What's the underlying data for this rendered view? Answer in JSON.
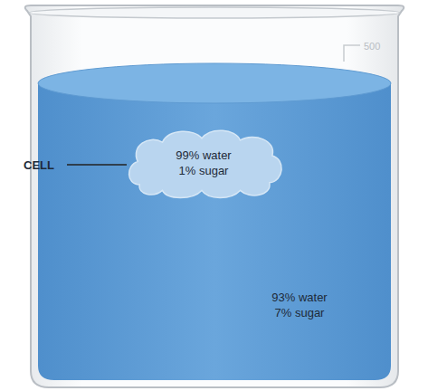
{
  "diagram": {
    "nodes": [
      {
        "text": [
          "93% water 7% sugar"
        ]
      },
      {
        "text": [
          "99% water 1% sugar"
        ],
        "in": 0
      }
    ],
    "labels": [
      "CELL",
      "500"
    ]
  }
}
